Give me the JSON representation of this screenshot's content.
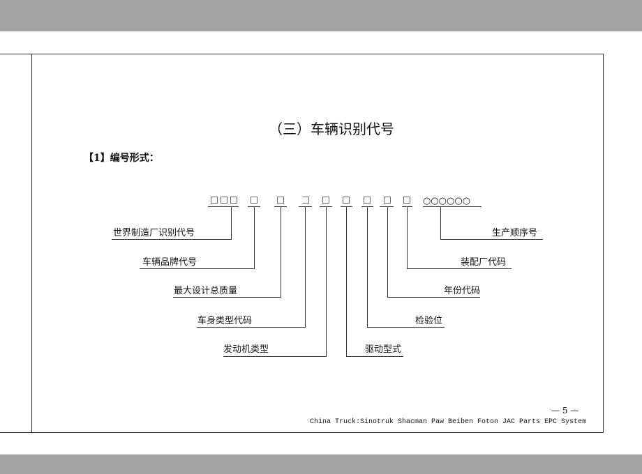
{
  "title": "（三）车辆识别代号",
  "subtitle": "【1】编号形式：",
  "code_pattern": "○○○○○○",
  "labels_left": [
    "世界制造厂识别代号",
    "车辆品牌代号",
    "最大设计总质量",
    "车身类型代码",
    "发动机类型"
  ],
  "labels_right": [
    "生产顺序号",
    "装配厂代码",
    "年份代码",
    "检验位",
    "驱动型式"
  ],
  "page_number": "— 5 —",
  "footer": "China Truck:Sinotruk Shacman Paw Beiben Foton JAC Parts EPC System"
}
